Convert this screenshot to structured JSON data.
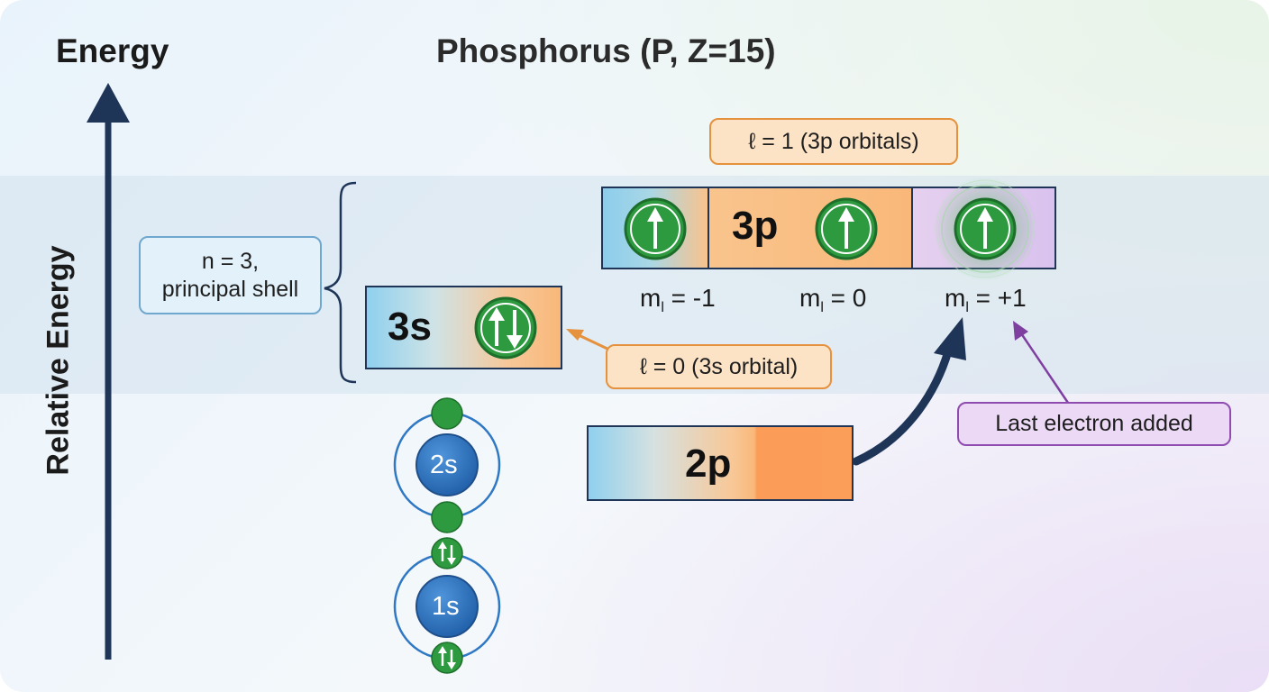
{
  "axis": {
    "title": "Energy",
    "label": "Relative Energy"
  },
  "diagram": {
    "title": "Phosphorus (P, Z=15)"
  },
  "orbitals": {
    "o3s": "3s",
    "o3p": "3p",
    "o2p": "2p",
    "o2s": "2s",
    "o1s": "1s"
  },
  "ml_labels": [
    {
      "m": "m",
      "sub": "l",
      "value": " = -1"
    },
    {
      "m": "m",
      "sub": "l",
      "value": " = 0"
    },
    {
      "m": "m",
      "sub": "l",
      "value": " = +1"
    }
  ],
  "callouts": {
    "l1": "ℓ = 1 (3p orbitals)",
    "l0": "ℓ = 0 (3s orbital)",
    "shell_line1": "n = 3,",
    "shell_line2": "principal shell",
    "last": "Last electron added"
  },
  "colors": {
    "axis": "#1f3558",
    "electron": "#2e9a3f",
    "core_orbital": "#2f78c4",
    "orange_accent": "#e5913d",
    "purple_accent": "#8e4bb0"
  },
  "icons": {
    "spin_up": "arrow-up",
    "spin_pair": "up-down-arrows"
  }
}
